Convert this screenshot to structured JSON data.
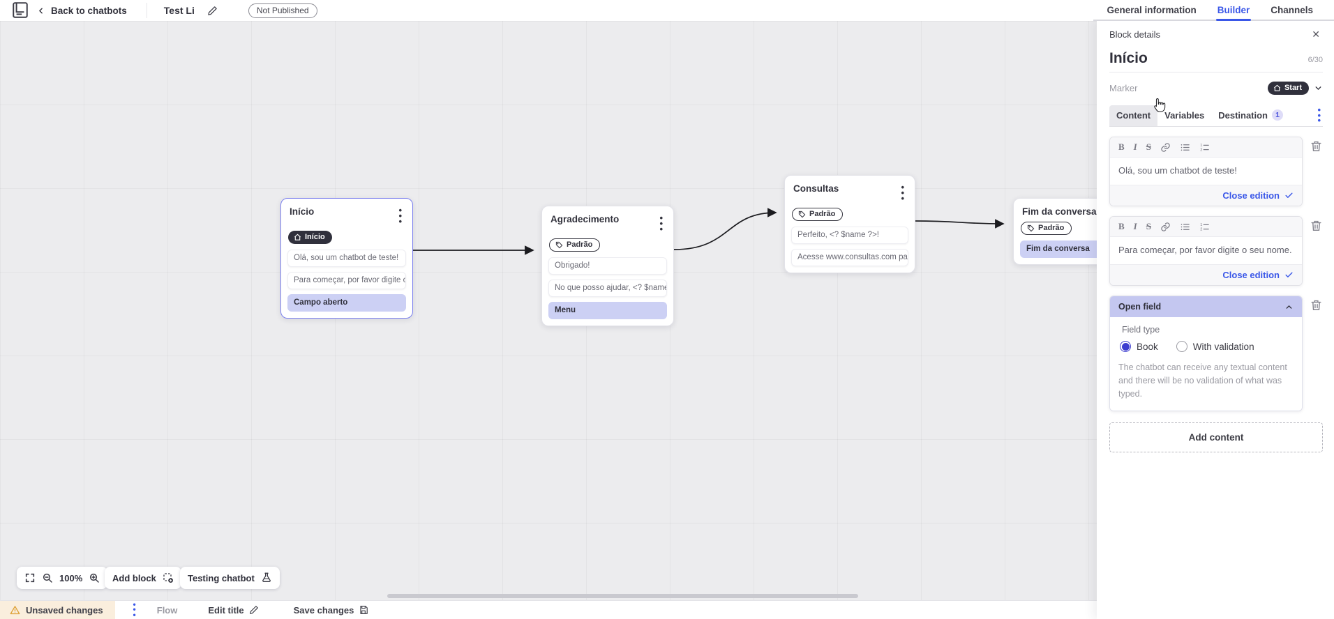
{
  "topbar": {
    "back_label": "Back to chatbots",
    "title": "Test Li",
    "status_badge": "Not Published",
    "tabs": [
      {
        "label": "General information"
      },
      {
        "label": "Builder"
      },
      {
        "label": "Channels"
      }
    ]
  },
  "canvas": {
    "zoom_level": "100%",
    "add_block_label": "Add block",
    "testing_label": "Testing chatbot",
    "blocks": [
      {
        "title": "Início",
        "badge": "Início",
        "rows": [
          {
            "text": "Olá, sou um chatbot de teste!"
          },
          {
            "text": "Para começar, por favor digite o ..."
          },
          {
            "text": "Campo aberto"
          }
        ]
      },
      {
        "title": "Agradecimento",
        "badge": "Padrão",
        "rows": [
          {
            "text": "Obrigado!"
          },
          {
            "text": "No que posso ajudar, <? $name ..."
          },
          {
            "text": "Menu"
          }
        ]
      },
      {
        "title": "Consultas",
        "badge": "Padrão",
        "rows": [
          {
            "text": "Perfeito, <? $name ?>!"
          },
          {
            "text": "Acesse www.consultas.com par..."
          }
        ]
      },
      {
        "title": "Fim da conversa",
        "badge": "Padrão",
        "rows": [
          {
            "text": "Fim da conversa"
          }
        ]
      }
    ]
  },
  "panel": {
    "header": "Block details",
    "block_name": "Início",
    "name_counter": "6/30",
    "marker_label": "Marker",
    "marker_value": "Start",
    "tabs": [
      {
        "label": "Content"
      },
      {
        "label": "Variables"
      },
      {
        "label": "Destination",
        "badge": "1"
      }
    ],
    "toolbar": {
      "bold": "B",
      "italic": "I",
      "strike": "S"
    },
    "editors": [
      {
        "text": "Olá, sou um chatbot de teste!",
        "close_label": "Close edition"
      },
      {
        "text": "Para começar, por favor digite o seu nome.",
        "close_label": "Close edition"
      }
    ],
    "open_field": {
      "title": "Open field",
      "field_type_label": "Field type",
      "options": [
        {
          "label": "Book",
          "selected": true
        },
        {
          "label": "With validation",
          "selected": false
        }
      ],
      "description": "The chatbot can receive any textual content and there will be no validation of what was typed."
    },
    "add_content_label": "Add content"
  },
  "bottombar": {
    "unsaved_label": "Unsaved changes",
    "flow_label": "Flow",
    "edit_title_label": "Edit title",
    "save_label": "Save changes"
  },
  "colors": {
    "accent_blue": "#3a57e8",
    "dark_pill": "#30303c",
    "highlight_row": "#ccd0f4",
    "open_field_header": "#c4c7f0",
    "selected_block_border": "#7b80ee",
    "warning_bg": "#faeedd",
    "warning_icon": "#dd9f33",
    "canvas_bg": "#ececee"
  }
}
